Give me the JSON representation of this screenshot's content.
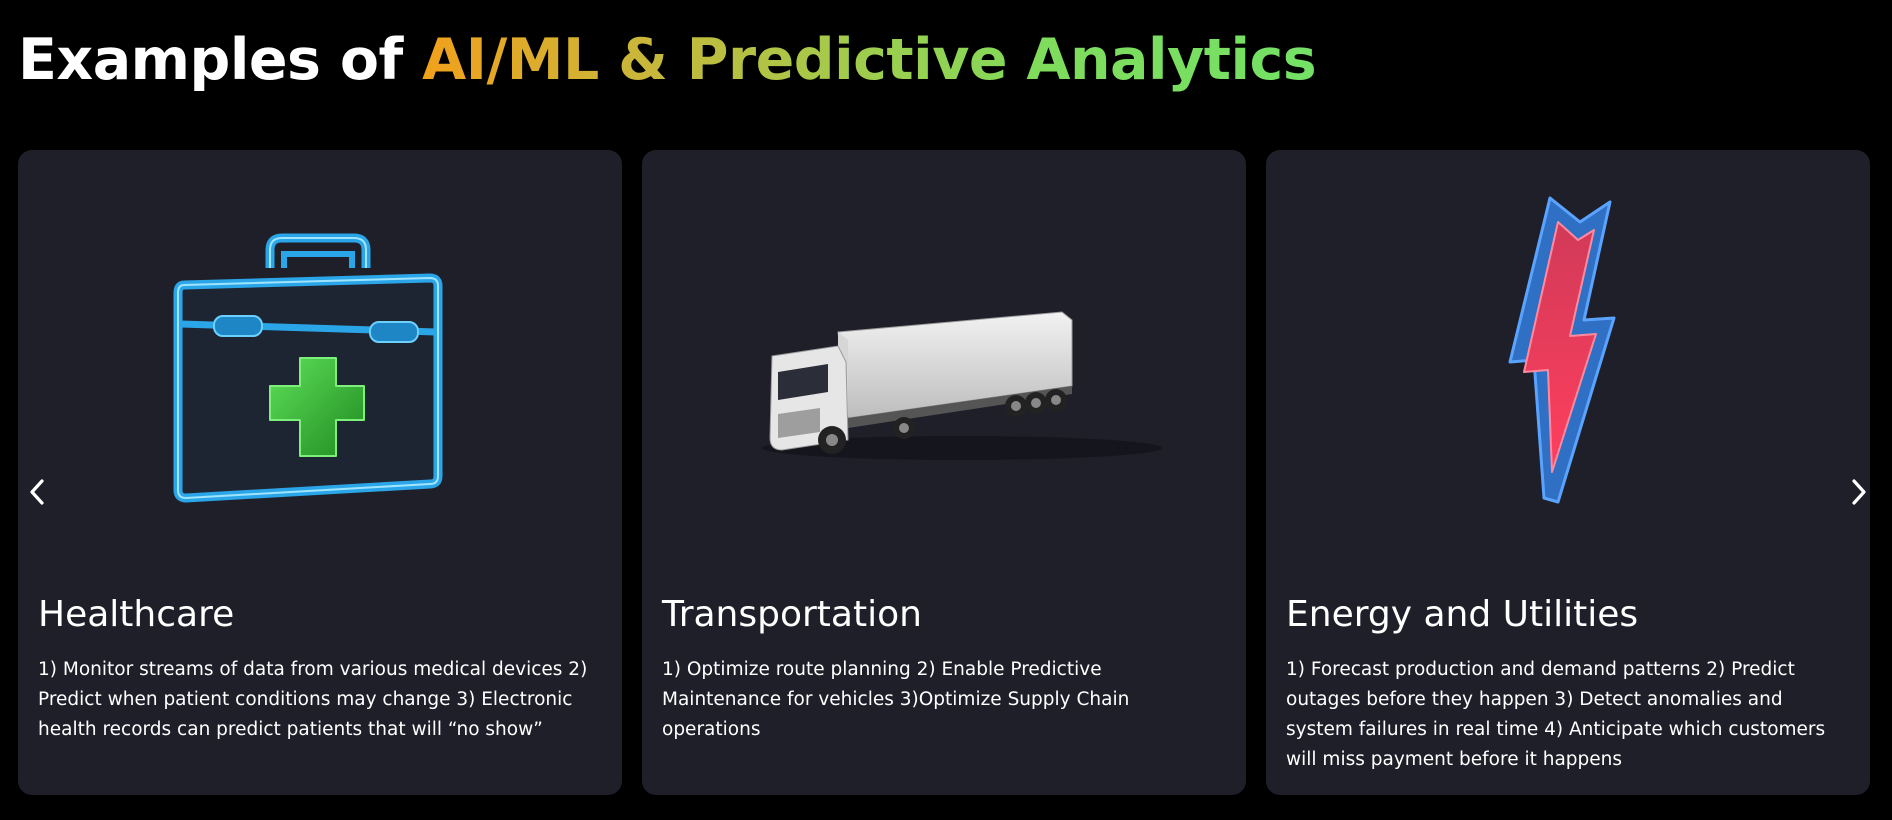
{
  "heading": {
    "part1": "Examples of",
    "part2": "AI/ML & Predictive Analytics"
  },
  "cards": [
    {
      "title": "Healthcare",
      "description": "1) Monitor streams of data from various medical devices 2) Predict when patient conditions may change 3) Electronic health records can predict patients that will “no show”",
      "icon": "medical-kit-icon"
    },
    {
      "title": "Transportation",
      "description": "1) Optimize route planning 2) Enable Predictive Maintenance for vehicles 3)Optimize Supply Chain operations",
      "icon": "truck-icon"
    },
    {
      "title": "Energy and Utilities",
      "description": "1) Forecast production and demand patterns 2) Predict outages before they happen 3) Detect anomalies and system failures in real time 4) Anticipate which customers will miss payment before it happens",
      "icon": "lightning-bolt-icon"
    }
  ],
  "carousel": {
    "prev_icon": "chevron-left-icon",
    "next_icon": "chevron-right-icon"
  },
  "colors": {
    "background": "#000000",
    "card": "#1e1f29",
    "gradient_start": "#f1a11c",
    "gradient_end": "#74e166",
    "text": "#ffffff"
  }
}
